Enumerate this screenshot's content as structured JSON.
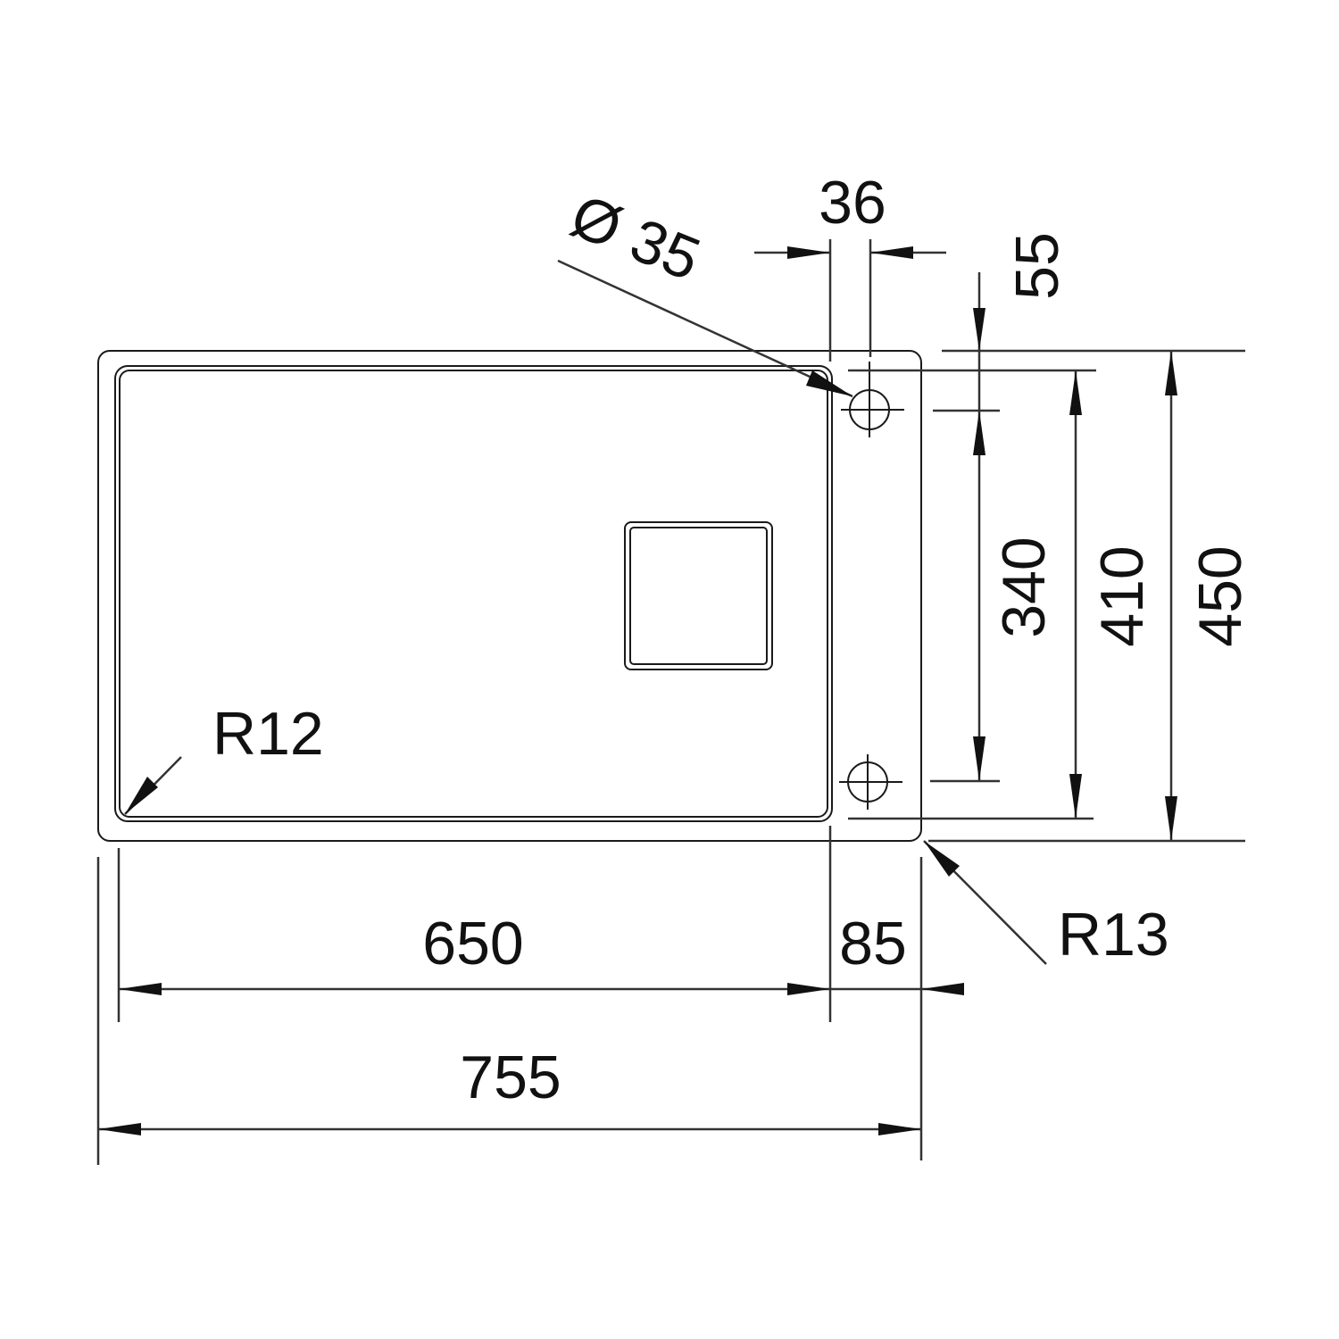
{
  "drawing": {
    "dimensions": {
      "hole_spacing_width": "36",
      "hole_diameter": "Ø 35",
      "hole_offset_top": "55",
      "hole_spacing_height": "340",
      "bowl_height": "410",
      "overall_height": "450",
      "bowl_radius": "R12",
      "outer_radius": "R13",
      "bowl_width": "650",
      "drainer_width": "85",
      "overall_width": "755"
    }
  }
}
